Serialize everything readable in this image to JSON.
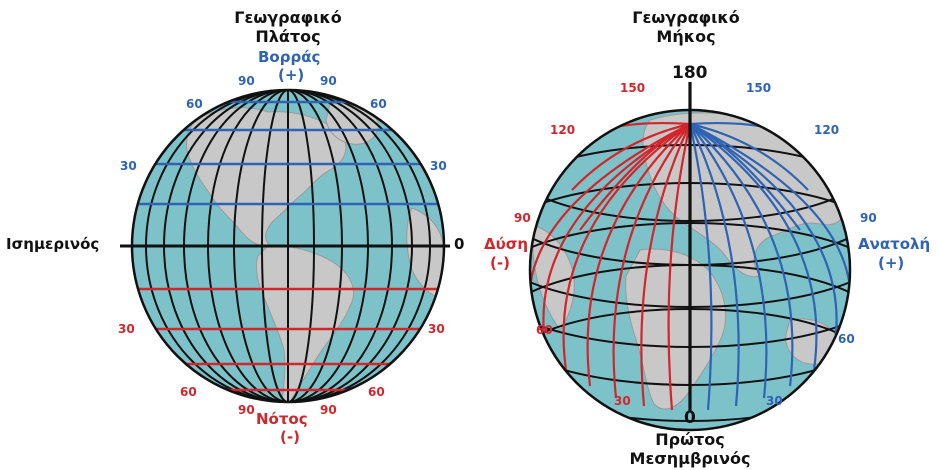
{
  "latitude": {
    "title_line1": "Γεωγραφικό",
    "title_line2": "Πλάτος",
    "north_label": "Βορράς",
    "north_sign": "(+)",
    "south_label": "Νότος",
    "south_sign": "(-)",
    "equator_label": "Ισημερινός",
    "equator_value": "0",
    "north_ticks": {
      "top_left_90": "90",
      "top_right_90": "90",
      "left_60": "60",
      "right_60": "60",
      "left_30": "30",
      "right_30": "30"
    },
    "south_ticks": {
      "left_30": "30",
      "right_30": "30",
      "left_60": "60",
      "right_60": "60",
      "bottom_left_90": "90",
      "bottom_right_90": "90"
    }
  },
  "longitude": {
    "title_line1": "Γεωγραφικό",
    "title_line2": "Μήκος",
    "top_value": "180",
    "west_label": "Δύση",
    "west_sign": "(-)",
    "east_label": "Ανατολή",
    "east_sign": "(+)",
    "prime_value": "0",
    "prime_line1": "Πρώτος",
    "prime_line2": "Μεσημβρινός",
    "west_ticks": {
      "w150": "150",
      "w120": "120",
      "w90": "90",
      "w60": "60",
      "w30": "30"
    },
    "east_ticks": {
      "e150": "150",
      "e120": "120",
      "e90": "90",
      "e60": "60",
      "e30": "30"
    }
  },
  "colors": {
    "ocean": "#7cc2c8",
    "land": "#c8c8c8",
    "grid": "#111111",
    "north_blue": "#2f63b3",
    "south_red": "#d1262b"
  }
}
